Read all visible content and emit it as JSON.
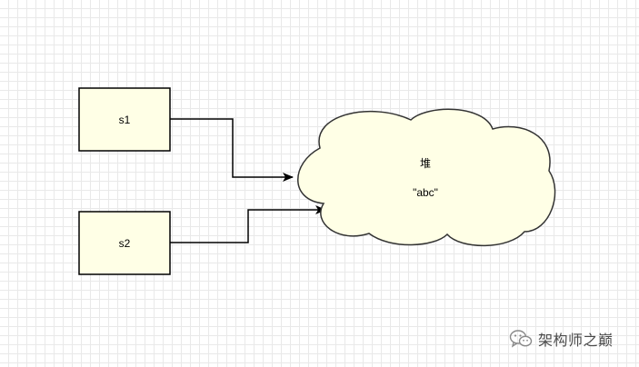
{
  "nodes": {
    "s1": {
      "label": "s1"
    },
    "s2": {
      "label": "s2"
    },
    "heap": {
      "title": "堆",
      "content": "\"abc\""
    }
  },
  "colors": {
    "node_fill": "#ffffe6",
    "stroke": "#000000",
    "cloud_stroke": "#333333"
  },
  "watermark": {
    "text": "架构师之巅",
    "icon": "wechat-icon"
  }
}
